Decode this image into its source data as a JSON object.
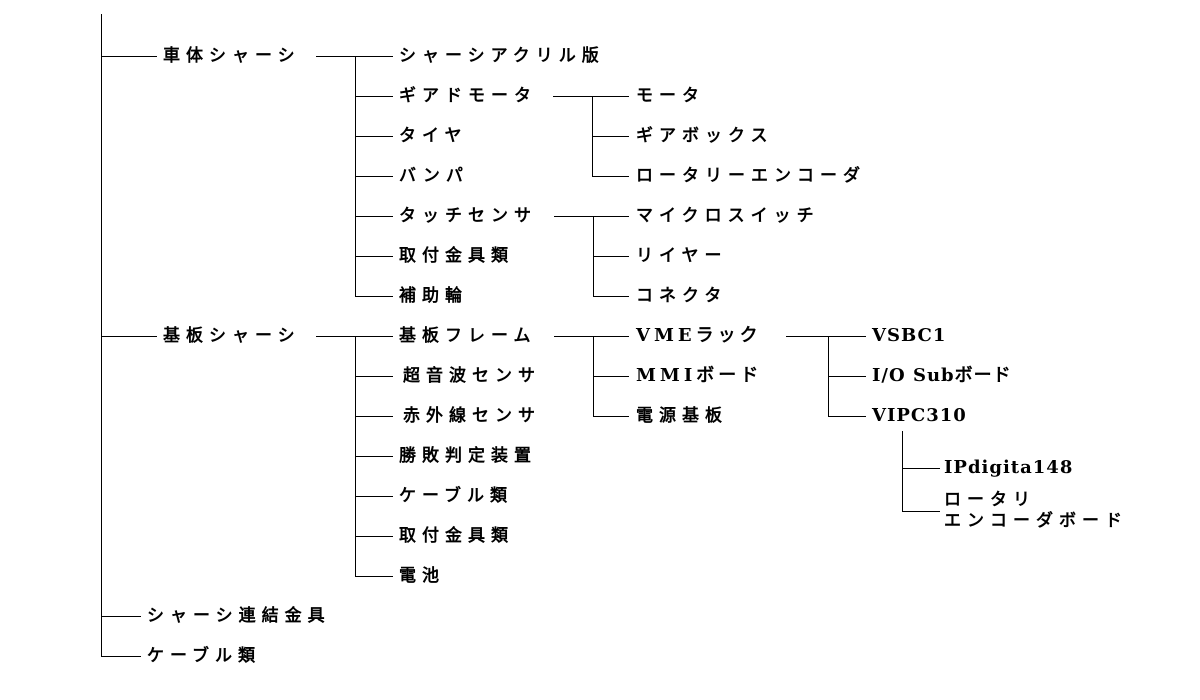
{
  "diagram": {
    "title": "",
    "root_children": [
      {
        "label": "車体シャーシ",
        "children": [
          {
            "label": "シャーシアクリル版"
          },
          {
            "label": "ギアドモータ",
            "children": [
              {
                "label": "モータ"
              },
              {
                "label": "ギアボックス"
              },
              {
                "label": "ロータリーエンコーダ"
              }
            ]
          },
          {
            "label": "タイヤ"
          },
          {
            "label": "バンパ"
          },
          {
            "label": "タッチセンサ",
            "children": [
              {
                "label": "マイクロスイッチ"
              },
              {
                "label": "リイヤー"
              },
              {
                "label": "コネクタ"
              }
            ]
          },
          {
            "label": "取付金具類"
          },
          {
            "label": "補助輪"
          }
        ]
      },
      {
        "label": "基板シャーシ",
        "children": [
          {
            "label": "基板フレーム",
            "children": [
              {
                "label": "VMEラック",
                "children": [
                  {
                    "label": "VSBC1"
                  },
                  {
                    "label": "I/O Subボード"
                  },
                  {
                    "label": "VIPC310",
                    "children": [
                      {
                        "label": "IPdigita148"
                      },
                      {
                        "label_line1": "ロータリ",
                        "label_line2": "エンコーダボード"
                      }
                    ]
                  }
                ]
              },
              {
                "label": "MMIボード"
              },
              {
                "label": "電源基板"
              }
            ]
          },
          {
            "label": "超音波センサ"
          },
          {
            "label": "赤外線センサ"
          },
          {
            "label": "勝敗判定装置"
          },
          {
            "label": "ケーブル類"
          },
          {
            "label": "取付金具類"
          },
          {
            "label": "電池"
          }
        ]
      },
      {
        "label": "シャーシ連結金具"
      },
      {
        "label": "ケーブル類"
      }
    ]
  }
}
